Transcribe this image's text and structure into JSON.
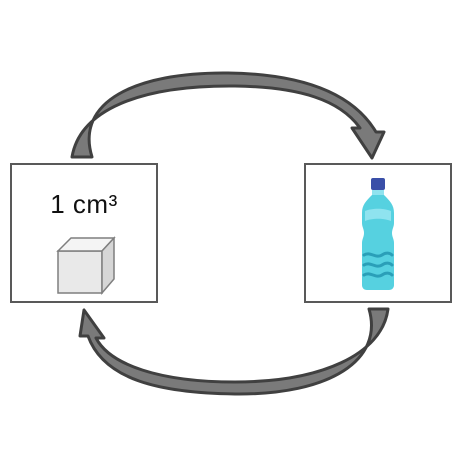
{
  "diagram": {
    "left_panel": {
      "label": "1 cm³",
      "icon": "cube-icon"
    },
    "right_panel": {
      "icon": "water-bottle-icon"
    },
    "arrows": {
      "top": "curved-arrow-left-to-right",
      "bottom": "curved-arrow-right-to-left"
    },
    "colors": {
      "arrow_fill": "#7a7a7a",
      "arrow_stroke": "#404040",
      "box_border": "#595959",
      "bottle_body": "#56d1e0",
      "bottle_cap": "#3a4fa8",
      "cube_face": "#e6e6e6"
    }
  }
}
